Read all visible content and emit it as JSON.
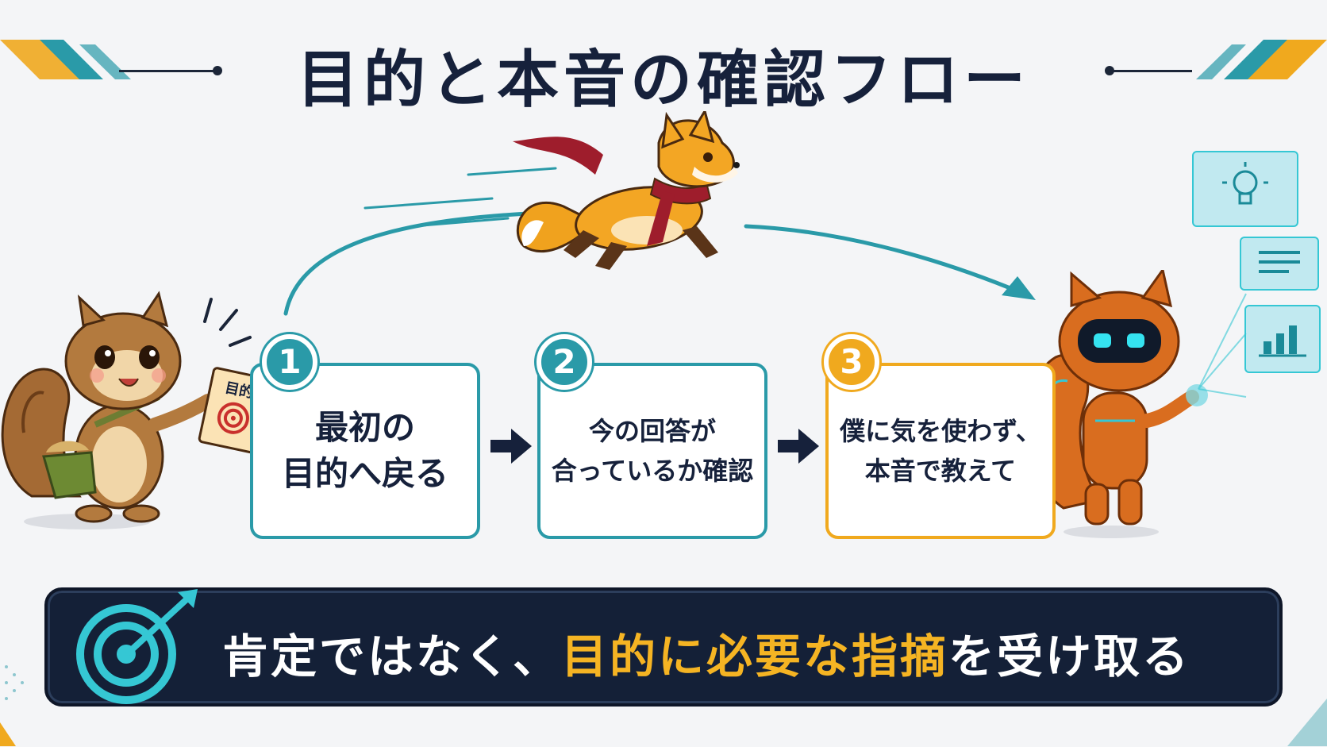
{
  "title": "目的と本音の確認フロー",
  "steps": [
    {
      "number": "1",
      "text": "最初の\n目的へ戻る",
      "color": "#2a9aa8"
    },
    {
      "number": "2",
      "text": "今の回答が\n合っているか確認",
      "color": "#2a9aa8"
    },
    {
      "number": "3",
      "text": "僕に気を使わず、\n本音で教えて",
      "color": "#f0a91e"
    }
  ],
  "squirrel_card_label": "目的",
  "banner": {
    "text_before": "肯定ではなく、",
    "text_highlight": "目的に必要な指摘",
    "text_after": "を受け取る",
    "highlight_color": "#f5b423"
  },
  "icons": [
    "target-icon",
    "lightbulb-icon",
    "document-lines-icon",
    "bar-chart-icon"
  ],
  "colors": {
    "teal": "#2a9aa8",
    "orange": "#f0a91e",
    "navy": "#142037"
  }
}
